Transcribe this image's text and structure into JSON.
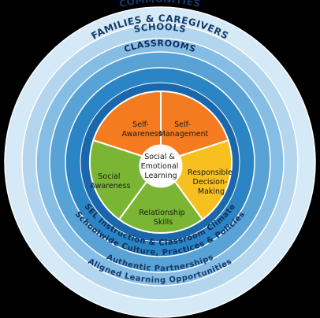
{
  "rings": {
    "communities": "COMMUNITIES",
    "families": "FAMILIES & CAREGIVERS",
    "schools": "SCHOOLS",
    "classrooms": "CLASSROOMS"
  },
  "bottom_arcs": {
    "sel_instruction": "SEL Instruction & Classroom Climate",
    "schoolwide": "Schoolwide Culture, Practices & Policies",
    "partnerships": "Authentic Partnerships",
    "learning": "Aligned Learning Opportunities"
  },
  "center": {
    "line1": "Social &",
    "line2": "Emotional",
    "line3": "Learning"
  },
  "segments": {
    "self_awareness": {
      "line1": "Self-",
      "line2": "Awareness",
      "color": "#f47b20"
    },
    "self_management": {
      "line1": "Self-",
      "line2": "Management",
      "color": "#f47b20"
    },
    "responsible": {
      "line1": "Responsible",
      "line2": "Decision-",
      "line3": "Making",
      "color": "#f6c11f"
    },
    "relationship": {
      "line1": "Relationship",
      "line2": "Skills",
      "color": "#7ab534"
    },
    "social_awareness": {
      "line1": "Social",
      "line2": "Awareness",
      "color": "#7ab534"
    }
  },
  "colors": {
    "ring_outer": "#d5e9f6",
    "ring_2": "#b3d6ee",
    "ring_3": "#86bde4",
    "ring_4": "#58a2d6",
    "ring_5": "#2b84c4",
    "ring_dark": "#1a67ab",
    "label_dark": "#123a6b"
  }
}
